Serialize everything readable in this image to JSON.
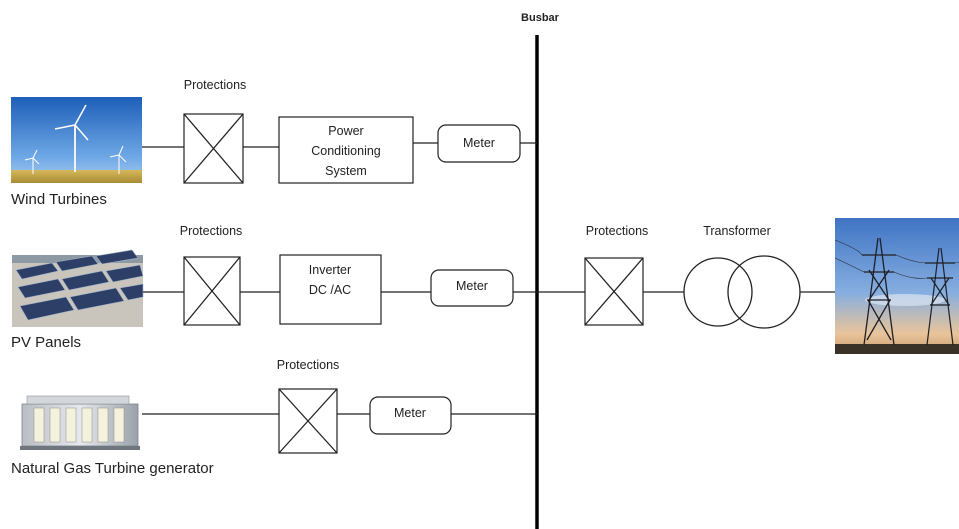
{
  "busbar": {
    "label": "Busbar"
  },
  "sources": [
    {
      "name": "Wind Turbines",
      "protections_label": "Protections",
      "conditioner_lines": [
        "Power",
        "Conditioning",
        "System"
      ],
      "meter_label": "Meter"
    },
    {
      "name": "PV Panels",
      "protections_label": "Protections",
      "conditioner_lines": [
        "Inverter",
        "DC /AC"
      ],
      "meter_label": "Meter"
    },
    {
      "name": "Natural Gas Turbine generator",
      "protections_label": "Protections",
      "meter_label": "Meter"
    }
  ],
  "output": {
    "protections_label": "Protections",
    "transformer_label": "Transformer"
  },
  "icons": {
    "wind": "wind-turbines-photo",
    "pv": "pv-panels-photo",
    "gas": "gas-turbine-generator-image",
    "grid": "transmission-towers-photo"
  }
}
